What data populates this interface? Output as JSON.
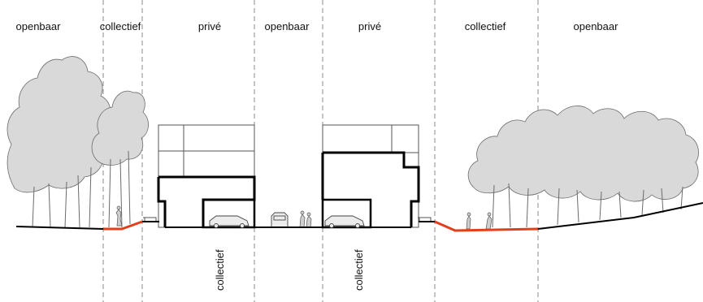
{
  "zones_top": [
    {
      "label": "openbaar"
    },
    {
      "label": "collectief"
    },
    {
      "label": "privé"
    },
    {
      "label": "openbaar"
    },
    {
      "label": "privé"
    },
    {
      "label": "collectief"
    },
    {
      "label": "openbaar"
    }
  ],
  "zones_below": [
    {
      "label": "collectief"
    },
    {
      "label": "collectief"
    }
  ],
  "colors": {
    "collective_ground": "#e2401c",
    "tree_fill": "#d9d9d9",
    "divider": "#8a8a8a"
  }
}
